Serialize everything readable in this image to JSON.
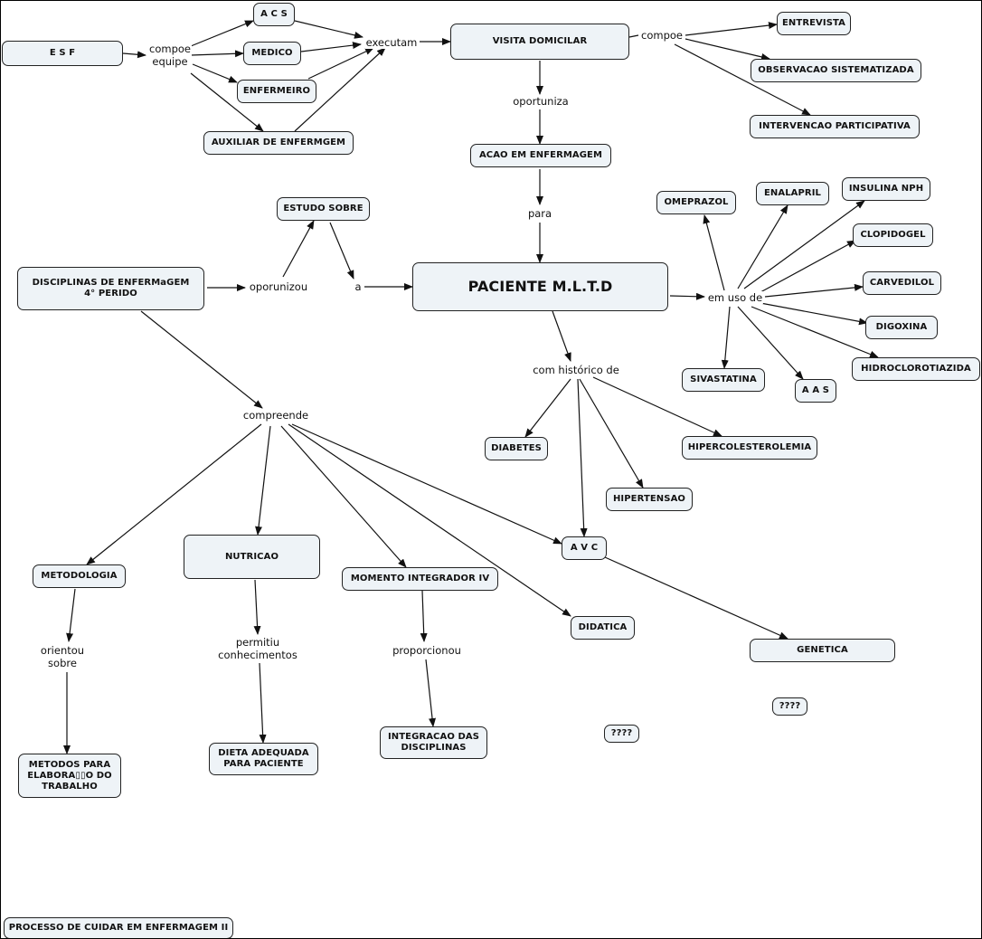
{
  "concepts": {
    "esf": "E S F",
    "acs": "A C S",
    "medico": "MEDICO",
    "enfermeiro": "ENFERMEIRO",
    "auxiliar": "AUXILIAR DE ENFERMGEM",
    "visita": "VISITA DOMICILAR",
    "entrevista": "ENTREVISTA",
    "observacao": "OBSERVACAO SISTEMATIZADA",
    "intervencao": "INTERVENCAO PARTICIPATIVA",
    "acao": "ACAO EM ENFERMAGEM",
    "estudo": "ESTUDO SOBRE",
    "disciplinas": "DISCIPLINAS DE ENFERMaGEM\n4° PERIDO",
    "paciente": "PACIENTE M.L.T.D",
    "omeprazol": "OMEPRAZOL",
    "enalapril": "ENALAPRIL",
    "insulina": "INSULINA NPH",
    "clopidogel": "CLOPIDOGEL",
    "carvedilol": "CARVEDILOL",
    "digoxina": "DIGOXINA",
    "hidro": "HIDROCLOROTIAZIDA",
    "sivastatina": "SIVASTATINA",
    "aas": "A A S",
    "diabetes": "DIABETES",
    "hipercol": "HIPERCOLESTEROLEMIA",
    "hipertensao": "HIPERTENSAO",
    "avc": "A V C",
    "metodologia": "METODOLOGIA",
    "nutricao": "NUTRICAO",
    "momento": "MOMENTO INTEGRADOR IV",
    "didatica": "DIDATICA",
    "genetica": "GENETICA",
    "q1": "????",
    "q2": "????",
    "metodos": "METODOS PARA\nELABORA▯▯O DO\nTRABALHO",
    "dieta": "DIETA ADEQUADA\nPARA PACIENTE",
    "integracao": "INTEGRACAO DAS\nDISCIPLINAS",
    "processo": "PROCESSO DE CUIDAR EM ENFERMAGEM II"
  },
  "linking_phrases": {
    "compoe_equipe": "compoe\nequipe",
    "executam": "executam",
    "compoe": "compoe",
    "oportuniza": "oportuniza",
    "para": "para",
    "oporunizou": "oporunizou",
    "a": "a",
    "em_uso_de": "em uso de",
    "com_historico_de": "com histórico de",
    "compreende": "compreende",
    "orientou_sobre": "orientou\nsobre",
    "permitiu_conhecimentos": "permitiu\nconhecimentos",
    "proporcionou": "proporcionou"
  },
  "colors": {
    "node_fill": "#eef3f7",
    "stroke": "#111111"
  }
}
